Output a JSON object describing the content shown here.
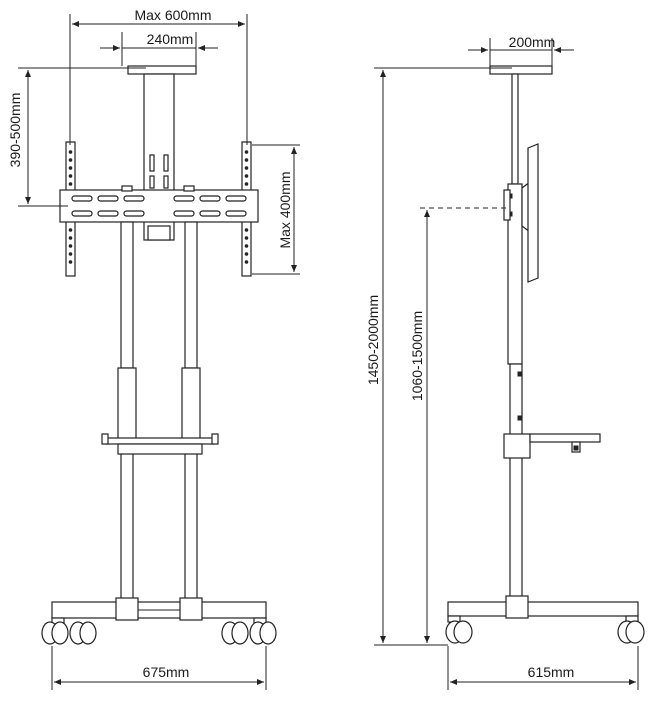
{
  "front_view": {
    "dimensions": {
      "max_width": "Max 600mm",
      "vesa_240": "240mm",
      "height_390_500": "390-500mm",
      "max_400": "Max 400mm",
      "base_675": "675mm"
    }
  },
  "side_view": {
    "dimensions": {
      "plate_200": "200mm",
      "total_height": "1450-2000mm",
      "center_height": "1060-1500mm",
      "base_615": "615mm"
    }
  }
}
